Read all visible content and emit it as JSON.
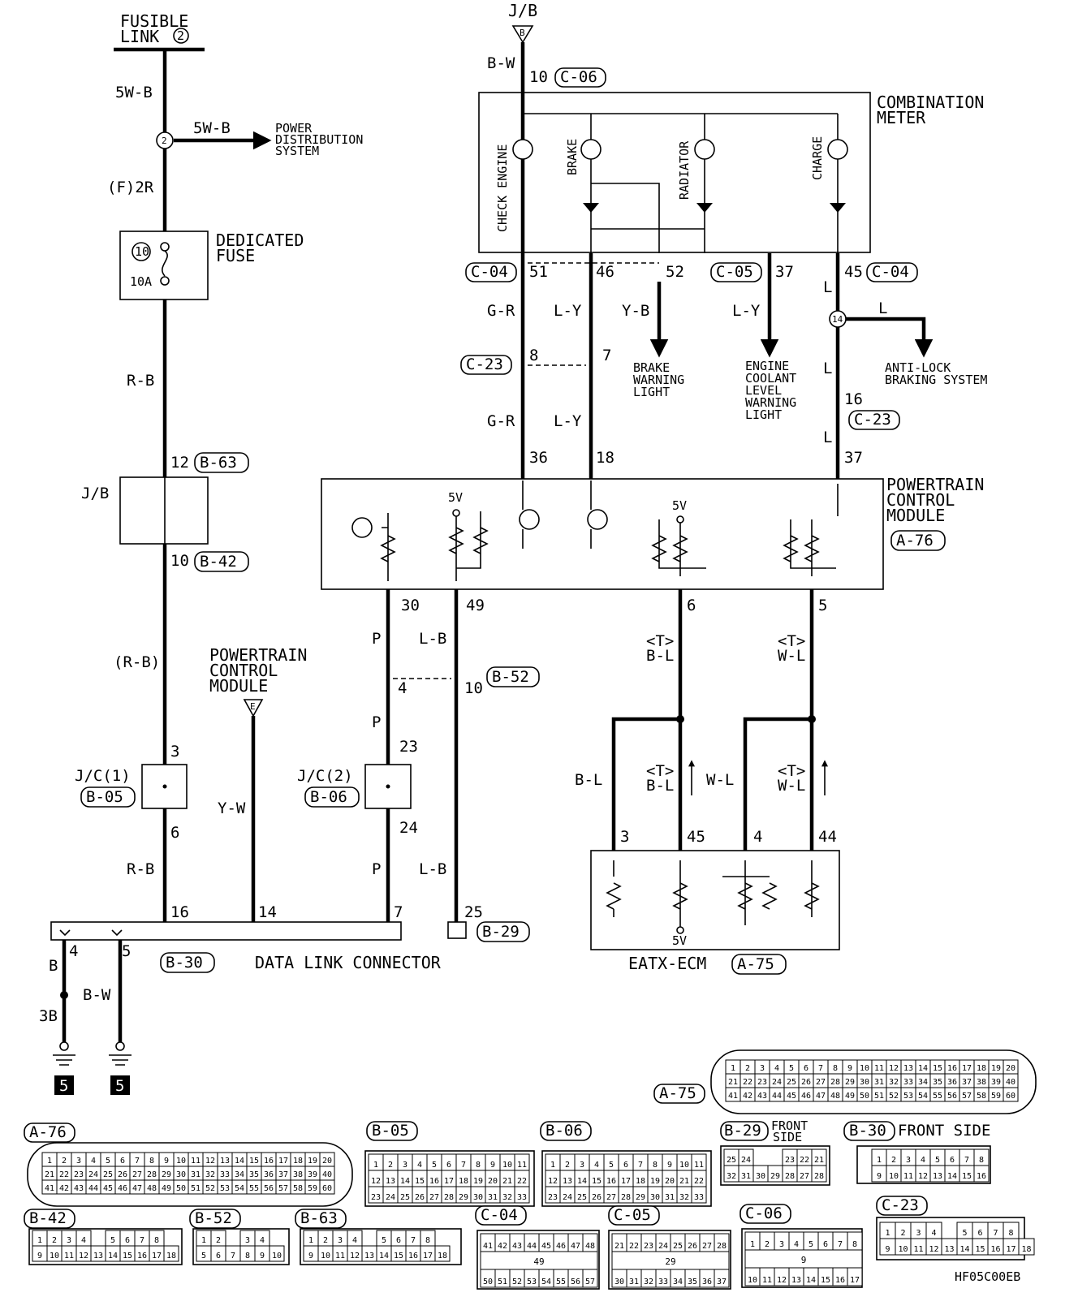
{
  "fusible_link": {
    "line1": "FUSIBLE",
    "line2": "LINK",
    "num": "2"
  },
  "jb_top": "J/B",
  "power_dist": {
    "wire": "5W-B",
    "line1": "POWER",
    "line2": "DISTRIBUTION",
    "line3": "SYSTEM",
    "splice": "2"
  },
  "left_wires": {
    "w1": "5W-B",
    "w2": "(F)2R",
    "w3": "R-B",
    "w4": "(R-B)",
    "w5": "R-B"
  },
  "dedicated_fuse": {
    "line1": "DEDICATED",
    "line2": "FUSE",
    "num": "10",
    "amp": "10A"
  },
  "jb_left": {
    "label": "J/B",
    "pin_in": "12",
    "conn_in": "B-63",
    "pin_out": "10",
    "conn_out": "B-42"
  },
  "jc1": {
    "label": "J/C(1)",
    "conn": "B-05",
    "pin_in": "3",
    "pin_out": "6"
  },
  "jc2": {
    "label": "J/C(2)",
    "conn": "B-06",
    "pin_in": "23",
    "pin_out": "24"
  },
  "pcm_ref": {
    "line1": "POWERTRAIN",
    "line2": "CONTROL",
    "line3": "MODULE",
    "wire": "Y-W",
    "mark": "E"
  },
  "dlc": {
    "label": "DATA LINK CONNECTOR",
    "conn": "B-30",
    "pins": [
      "16",
      "14",
      "7",
      "4",
      "5"
    ]
  },
  "grounds": {
    "wire_b": "B",
    "wire_3b": "3B",
    "wire_bw": "B-W",
    "num": "5"
  },
  "combo_meter": {
    "line1": "COMBINATION",
    "line2": "METER",
    "pin_top": "10",
    "conn_top": "C-06",
    "wire_top": "B-W",
    "top_label": "J/B",
    "top_mark": "B",
    "lamps": [
      "CHECK ENGINE",
      "BRAKE",
      "RADIATOR",
      "CHARGE"
    ],
    "conn_c04": "C-04",
    "conn_c05": "C-05",
    "pins": [
      "51",
      "46",
      "52",
      "37",
      "45"
    ]
  },
  "meter_wires": {
    "g_r": "G-R",
    "l_y": "L-Y",
    "y_b": "Y-B",
    "l": "L"
  },
  "c23": {
    "conn": "C-23",
    "pin8": "8",
    "pin7": "7",
    "pin16": "16"
  },
  "brake_light": {
    "line1": "BRAKE",
    "line2": "WARNING",
    "line3": "LIGHT"
  },
  "coolant_light": {
    "line1": "ENGINE",
    "line2": "COOLANT",
    "line3": "LEVEL",
    "line4": "WARNING",
    "line5": "LIGHT"
  },
  "abs": {
    "line1": "ANTI-LOCK",
    "line2": "BRAKING SYSTEM",
    "splice": "14"
  },
  "pcm": {
    "line1": "POWERTRAIN",
    "line2": "CONTROL",
    "line3": "MODULE",
    "conn": "A-76",
    "pins_top": [
      "36",
      "18",
      "37"
    ],
    "pins_bottom": [
      "30",
      "49",
      "6",
      "5"
    ],
    "five_v": "5V"
  },
  "lower_wires": {
    "p": "P",
    "l_b": "L-B",
    "t": "<T>",
    "b_l": "B-L",
    "w_l": "W-L"
  },
  "b52": {
    "conn": "B-52",
    "pin4": "4",
    "pin10": "10"
  },
  "b29": {
    "conn": "B-29",
    "pin": "25"
  },
  "eatx": {
    "label": "EATX-ECM",
    "conn": "A-75",
    "pins": [
      "3",
      "45",
      "4",
      "44"
    ],
    "five_v": "5V"
  },
  "connectors": {
    "a75": "A-75",
    "a76": "A-76",
    "b05": "B-05",
    "b06": "B-06",
    "b29": "B-29",
    "b30": "B-30",
    "b42": "B-42",
    "b52": "B-52",
    "b63": "B-63",
    "c04": "C-04",
    "c05": "C-05",
    "c06": "C-06",
    "c23": "C-23",
    "front_side": "FRONT SIDE",
    "front": "FRONT",
    "side": "SIDE"
  },
  "figure_code": "HF05C00EB"
}
